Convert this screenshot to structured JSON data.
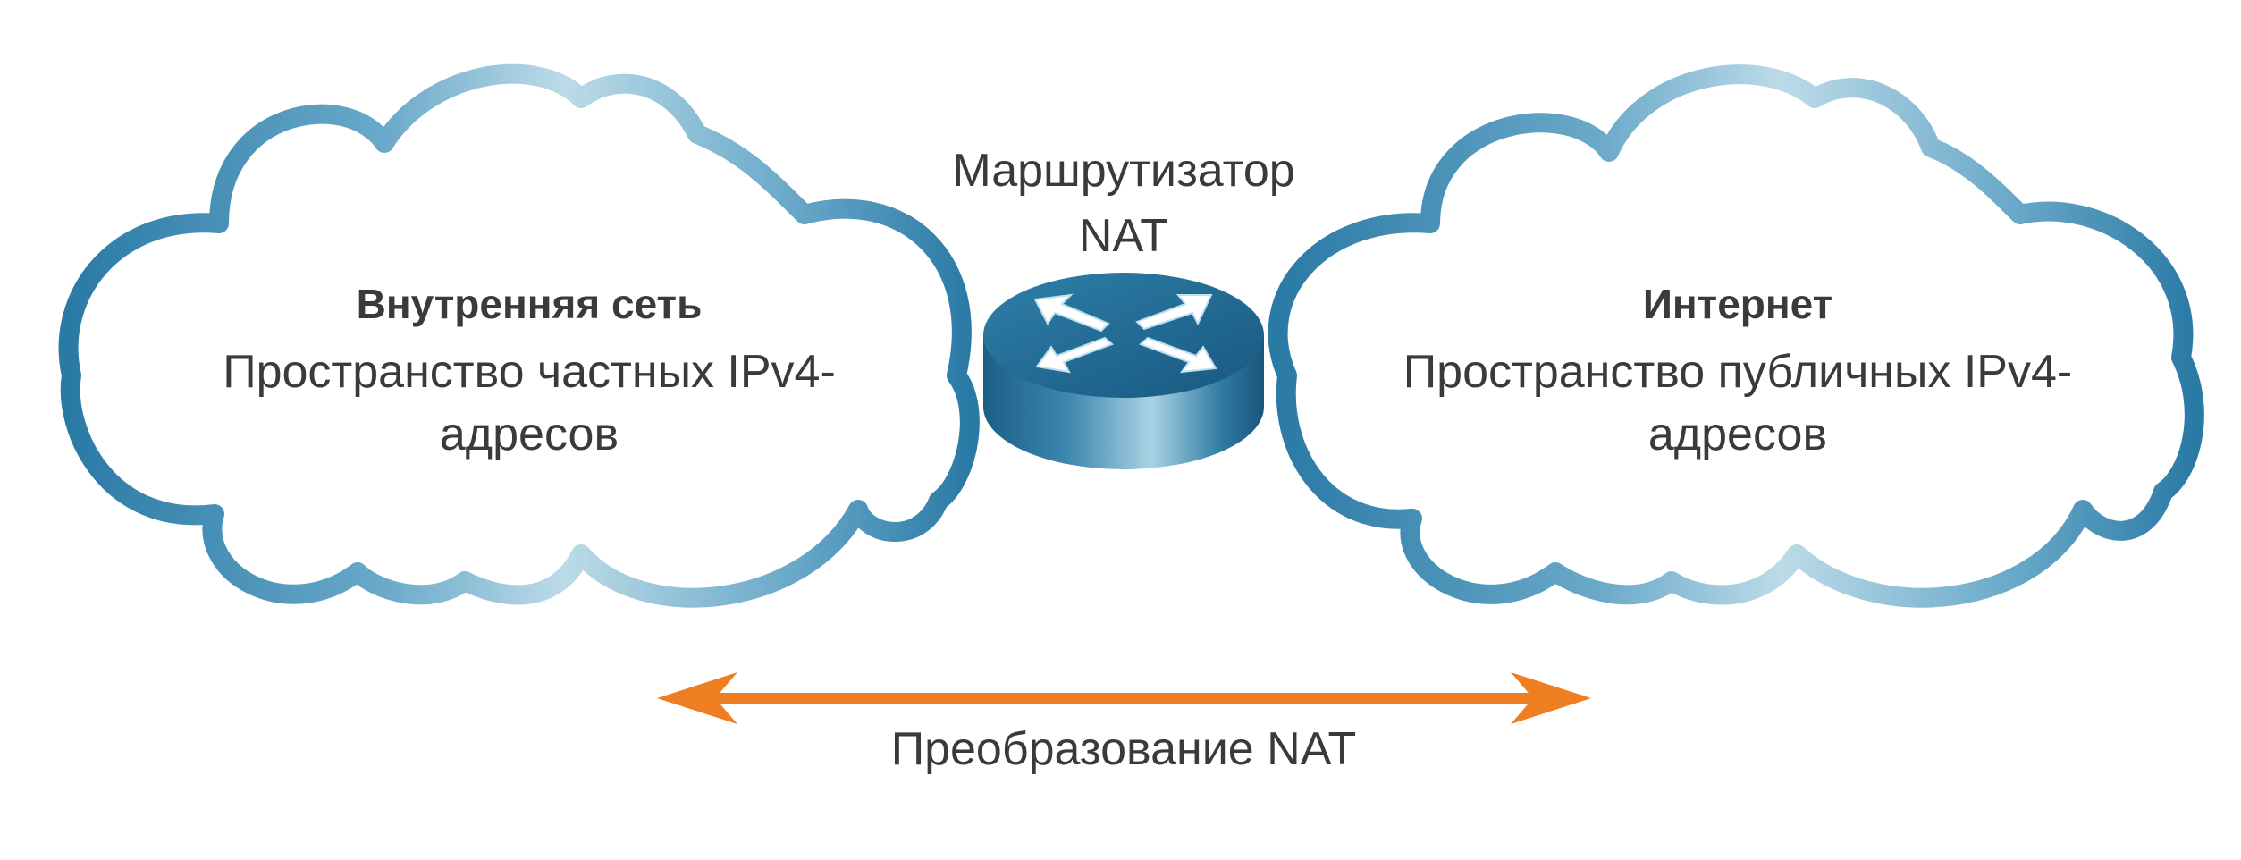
{
  "diagram": {
    "inside_network": {
      "title": "Внутренняя сеть",
      "line1": "Пространство частных IPv4-",
      "line2": "адресов"
    },
    "router": {
      "line1": "Маршрутизатор",
      "line2": "NAT",
      "icon": "router-icon"
    },
    "internet": {
      "title": "Интернет",
      "line1": "Пространство публичных IPv4-",
      "line2": "адресов"
    },
    "translation": {
      "label": "Преобразование NAT"
    },
    "colors": {
      "cloud_dark": "#2a7aa6",
      "cloud_light": "#bcdbe8",
      "router_dark": "#1b5f85",
      "router_light": "#8cc3da",
      "arrow": "#ef7d22",
      "text": "#3a3a3a"
    }
  }
}
